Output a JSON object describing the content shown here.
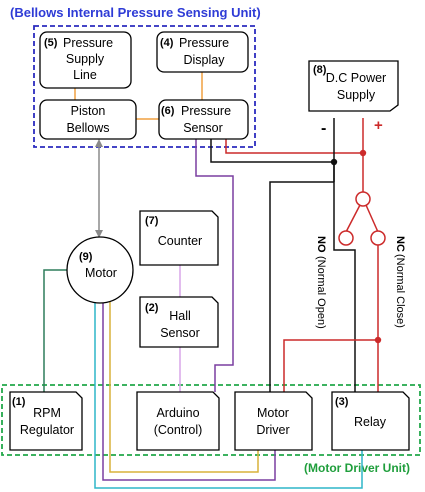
{
  "groups": {
    "bellows": "(Bellows Internal Pressure Sensing Unit)",
    "motor_driver": "(Motor Driver Unit)"
  },
  "blocks": {
    "pressure_supply": {
      "num": "(5)",
      "l1": "Pressure",
      "l2": "Supply",
      "l3": "Line"
    },
    "pressure_display": {
      "num": "(4)",
      "l1": "Pressure",
      "l2": "Display"
    },
    "piston_bellows": {
      "l1": "Piston",
      "l2": "Bellows"
    },
    "pressure_sensor": {
      "num": "(6)",
      "l1": "Pressure",
      "l2": "Sensor"
    },
    "power_supply": {
      "num": "(8)",
      "l1": "D.C Power",
      "l2": "Supply"
    },
    "counter": {
      "num": "(7)",
      "l1": "Counter"
    },
    "motor": {
      "num": "(9)",
      "l1": "Motor"
    },
    "hall_sensor": {
      "num": "(2)",
      "l1": "Hall",
      "l2": "Sensor"
    },
    "rpm_regulator": {
      "num": "(1)",
      "l1": "RPM",
      "l2": "Regulator"
    },
    "arduino": {
      "l1": "Arduino",
      "l2": "(Control)"
    },
    "motor_driver": {
      "l1": "Motor",
      "l2": "Driver"
    },
    "relay": {
      "num": "(3)",
      "l1": "Relay"
    }
  },
  "terminals": {
    "minus": "-",
    "plus": "+"
  },
  "contacts": {
    "no_label": "NO",
    "no_full": "(Normal Open)",
    "nc_label": "NC",
    "nc_full": "(Normal Close)"
  },
  "colors": {
    "bellows_border": "#2b2bbf",
    "bellows_title": "#2e3bd6",
    "motor_border": "#22a84a",
    "motor_title": "#1f9e3c",
    "wire_red": "#cc2a2a",
    "wire_orange": "#f0a040",
    "wire_purple": "#7a3fa0",
    "wire_black": "#111111",
    "wire_gray": "#8a8a8a",
    "wire_green": "#2e7d5b",
    "wire_yellow": "#d9b23a",
    "wire_cyan": "#2fb6c8",
    "wire_pink": "#d8a6e8"
  }
}
